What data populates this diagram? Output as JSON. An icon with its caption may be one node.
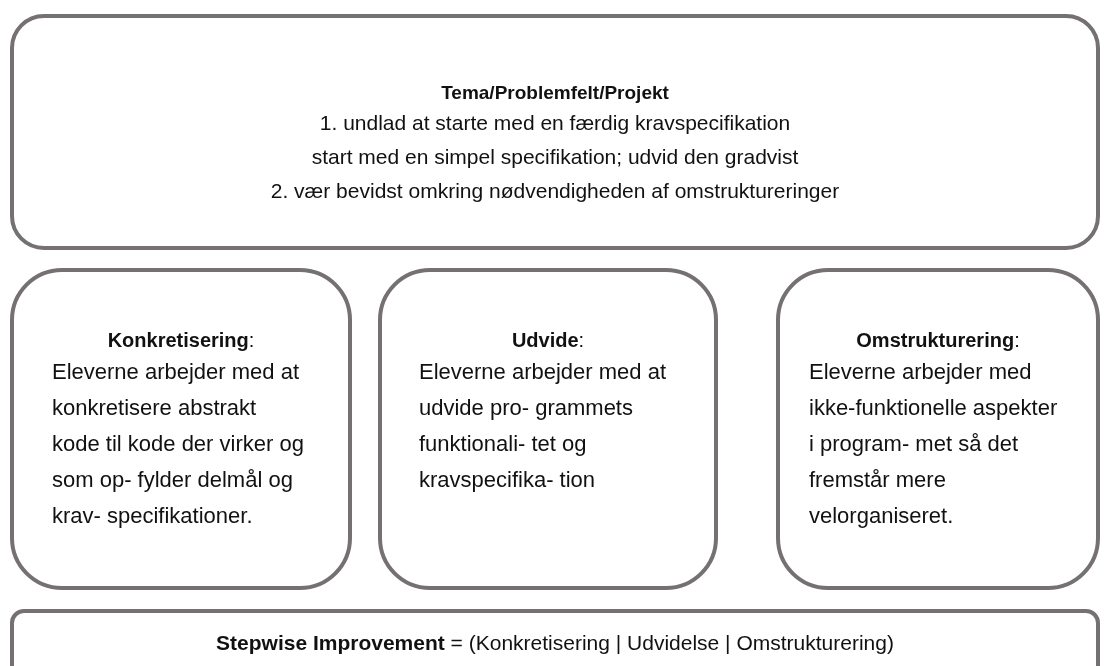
{
  "diagram": {
    "nodes": [
      {
        "text": [
          "Tema/Problemfelt/Projekt",
          "1. undlad at starte med en færdig kravspecifikation",
          "start med en simpel specifikation; udvid den gradvist",
          "2. vær bevidst omkring nødvendigheden af omstruktureringer"
        ]
      },
      {
        "text": [
          "**Konkretisering**:",
          "Eleverne arbejder med at konkretisere abstrakt kode til kode der virker og som op- fylder delmål og krav- specifikationer."
        ]
      },
      {
        "text": [
          "**Udvide**:",
          "Eleverne arbejder med at udvide pro- grammets funktionali- tet og kravspecifika- tion"
        ]
      },
      {
        "text": [
          "**Omstrukturering**:",
          "Eleverne arbejder med ikke-funktionelle aspekter i program- met så det fremstår mere velorganiseret."
        ]
      },
      {
        "text": [
          "**Stepwise Improvement** = (Konkretisering | Udvidelse | Omstrukturering)"
        ]
      }
    ]
  }
}
